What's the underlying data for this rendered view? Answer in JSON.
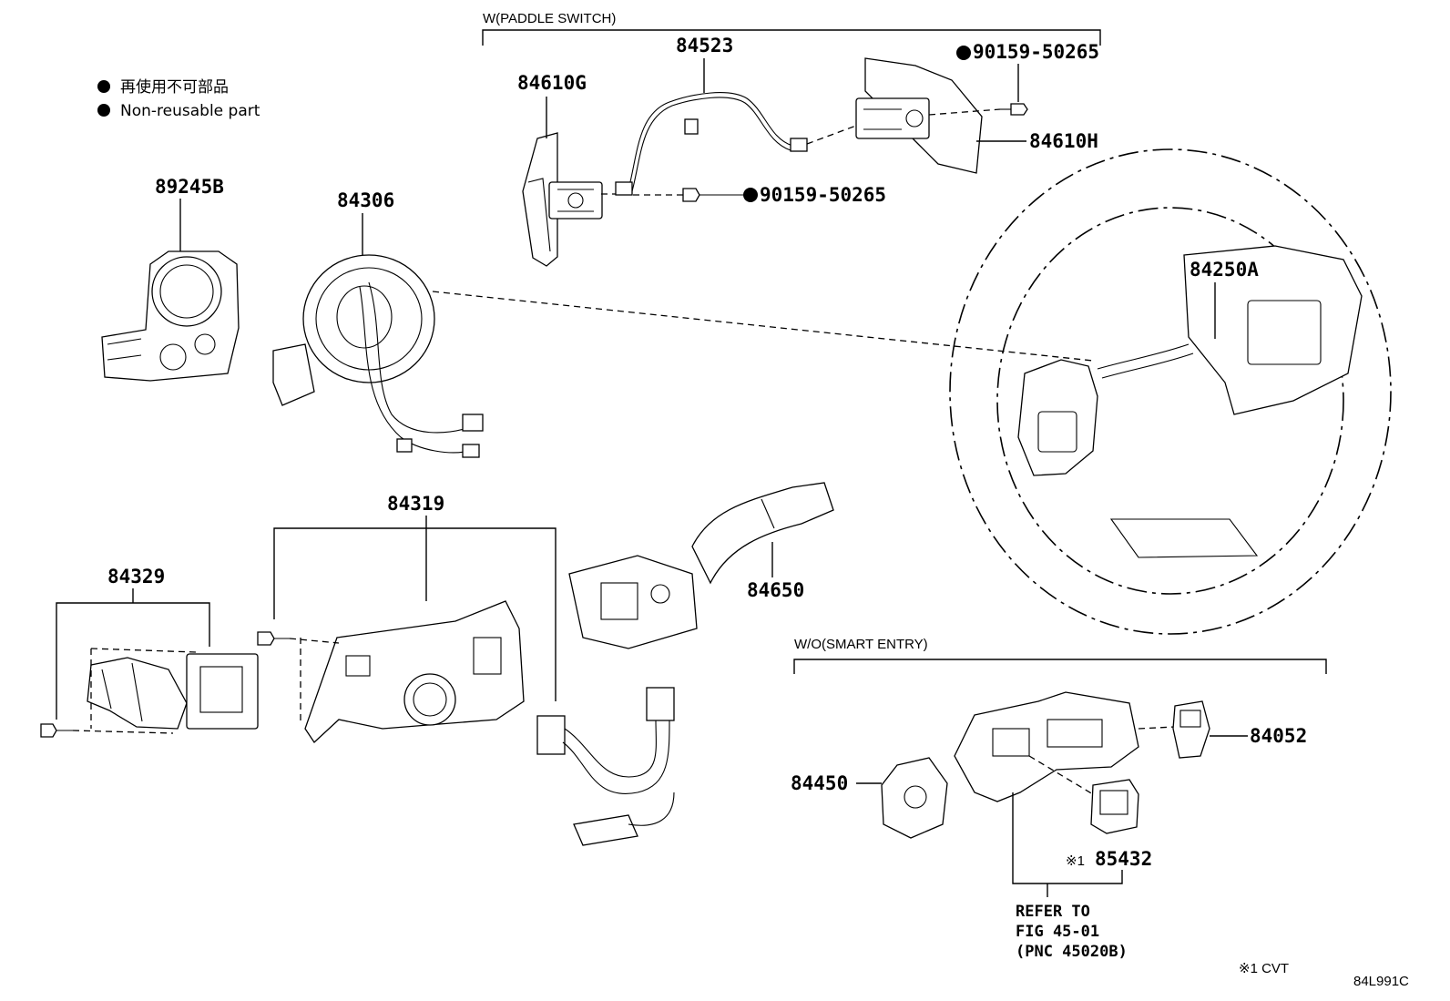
{
  "legend": {
    "items": [
      {
        "label": "再使用不可部品"
      },
      {
        "label": "Non-reusable part"
      }
    ]
  },
  "groups": {
    "paddle_switch": "W(PADDLE SWITCH)",
    "smart_entry": "W/O(SMART ENTRY)"
  },
  "parts": {
    "p84523": "84523",
    "p84610G": "84610G",
    "p90159a": "90159-50265",
    "p90159b": "90159-50265",
    "p84610H": "84610H",
    "p89245B": "89245B",
    "p84306": "84306",
    "p84250A": "84250A",
    "p84319": "84319",
    "p84329": "84329",
    "p84650": "84650",
    "p84052": "84052",
    "p84450": "84450",
    "p85432": "85432",
    "p85432_mark": "※1"
  },
  "reference": {
    "line1": "REFER TO",
    "line2": "FIG 45-01",
    "line3": "(PNC 45020B)"
  },
  "footnote": "※1 CVT",
  "diagram_id": "84L991C"
}
